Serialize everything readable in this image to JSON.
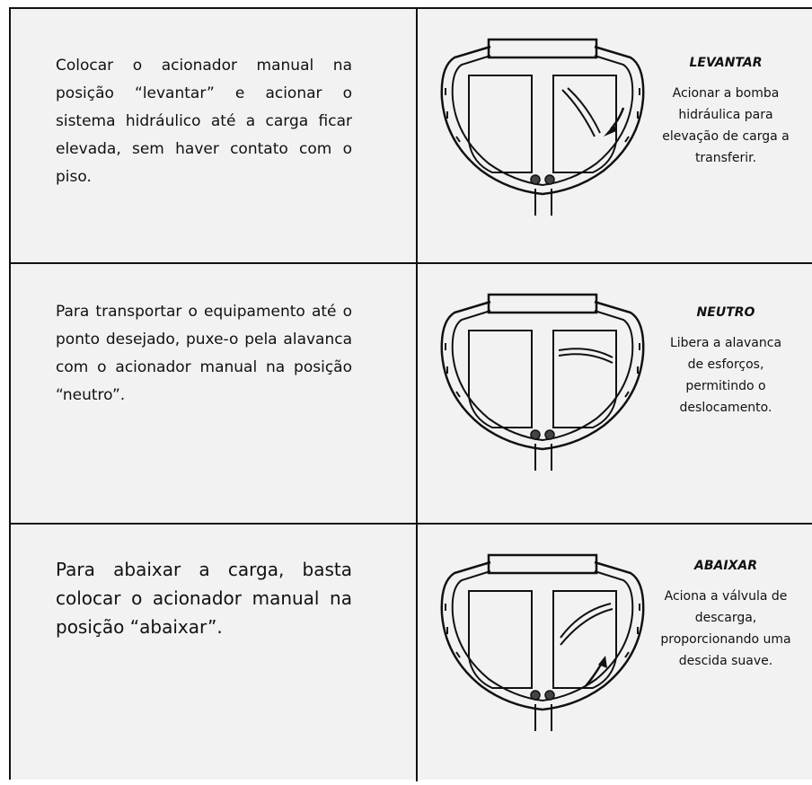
{
  "rows": [
    {
      "instruction": "Colocar o acionador manual na posição “levantar” e acionar o sistema hidráulico até a carga ficar elevada, sem haver contato com o piso.",
      "mode_title": "LEVANTAR",
      "mode_desc_lines": [
        "Acionar a bomba",
        "hidráulica para",
        "elevação de carga a",
        "transferir."
      ],
      "lever_position": "levantar"
    },
    {
      "instruction": "Para transportar o equipamento até o ponto desejado, puxe-o pela alavanca com o acionador manual na posição “neutro”.",
      "mode_title": "NEUTRO",
      "mode_desc_lines": [
        "Libera a alavanca",
        "de esforços,",
        "permitindo o",
        "deslocamento."
      ],
      "lever_position": "neutro"
    },
    {
      "instruction": "Para abaixar a carga, basta colocar o acionador manual na posição “abaixar”.",
      "mode_title": "ABAIXAR",
      "mode_desc_lines": [
        "Aciona a válvula de",
        "descarga,",
        "proporcionando uma",
        "descida suave."
      ],
      "lever_position": "abaixar"
    }
  ]
}
